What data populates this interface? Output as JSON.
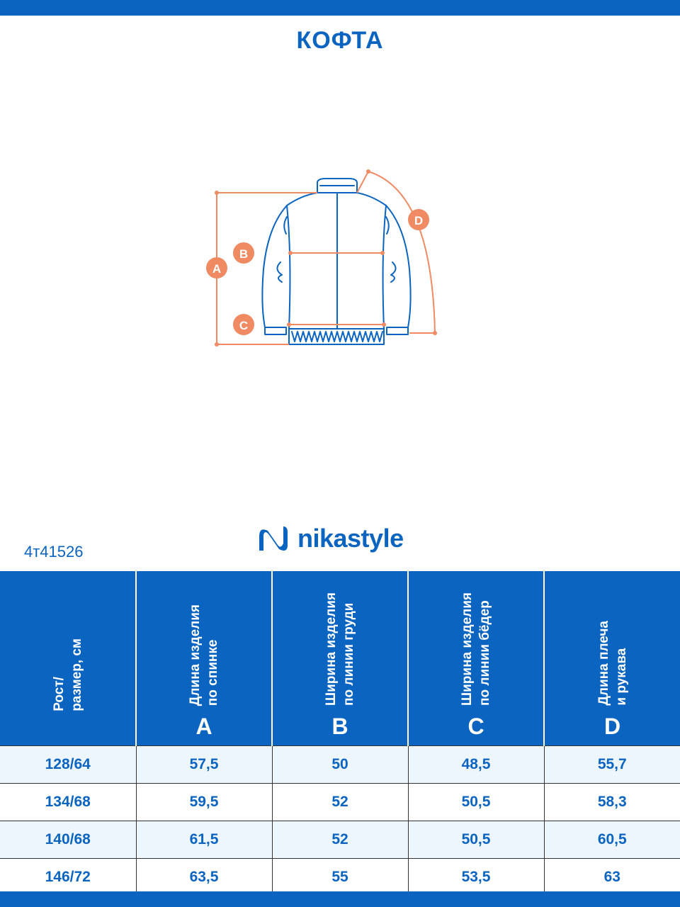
{
  "title": "КОФТА",
  "diagram": {
    "labels": {
      "a": "A",
      "b": "B",
      "c": "C",
      "d": "D"
    },
    "colors": {
      "garment": "#0a64c0",
      "measure": "#f08a63"
    }
  },
  "brand": {
    "name": "nikastyle",
    "logo": "nikastyle-wave-logo"
  },
  "article": "4т41526",
  "table": {
    "headers": [
      {
        "lines": [
          "Рост/",
          "размер, см"
        ],
        "letter": ""
      },
      {
        "lines": [
          "Длина изделия",
          "по спинке"
        ],
        "letter": "A"
      },
      {
        "lines": [
          "Ширина изделия",
          "по линии груди"
        ],
        "letter": "B"
      },
      {
        "lines": [
          "Ширина изделия",
          "по линии бёдер"
        ],
        "letter": "C"
      },
      {
        "lines": [
          "Длина плеча",
          "и рукава"
        ],
        "letter": "D"
      }
    ],
    "rows": [
      [
        "128/64",
        "57,5",
        "50",
        "48,5",
        "55,7"
      ],
      [
        "134/68",
        "59,5",
        "52",
        "50,5",
        "58,3"
      ],
      [
        "140/68",
        "61,5",
        "52",
        "50,5",
        "60,5"
      ],
      [
        "146/72",
        "63,5",
        "55",
        "53,5",
        "63"
      ]
    ]
  },
  "colors": {
    "brand_blue": "#0a64c0",
    "row_alt": "#eef6fd",
    "white": "#ffffff"
  }
}
